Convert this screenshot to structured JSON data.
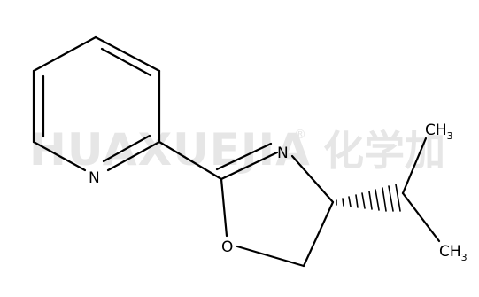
{
  "watermark": {
    "latin": "HUAXUEJIA",
    "registered": "®",
    "chinese": "化学加"
  },
  "molecule": {
    "atoms": {
      "pyridine_n": "N",
      "oxazoline_n": "N",
      "oxazoline_o": "O",
      "methyl_top": "CH",
      "methyl_top_sub": "3",
      "methyl_bottom": "CH",
      "methyl_bottom_sub": "3"
    },
    "stereo": "hashed-wedge"
  }
}
